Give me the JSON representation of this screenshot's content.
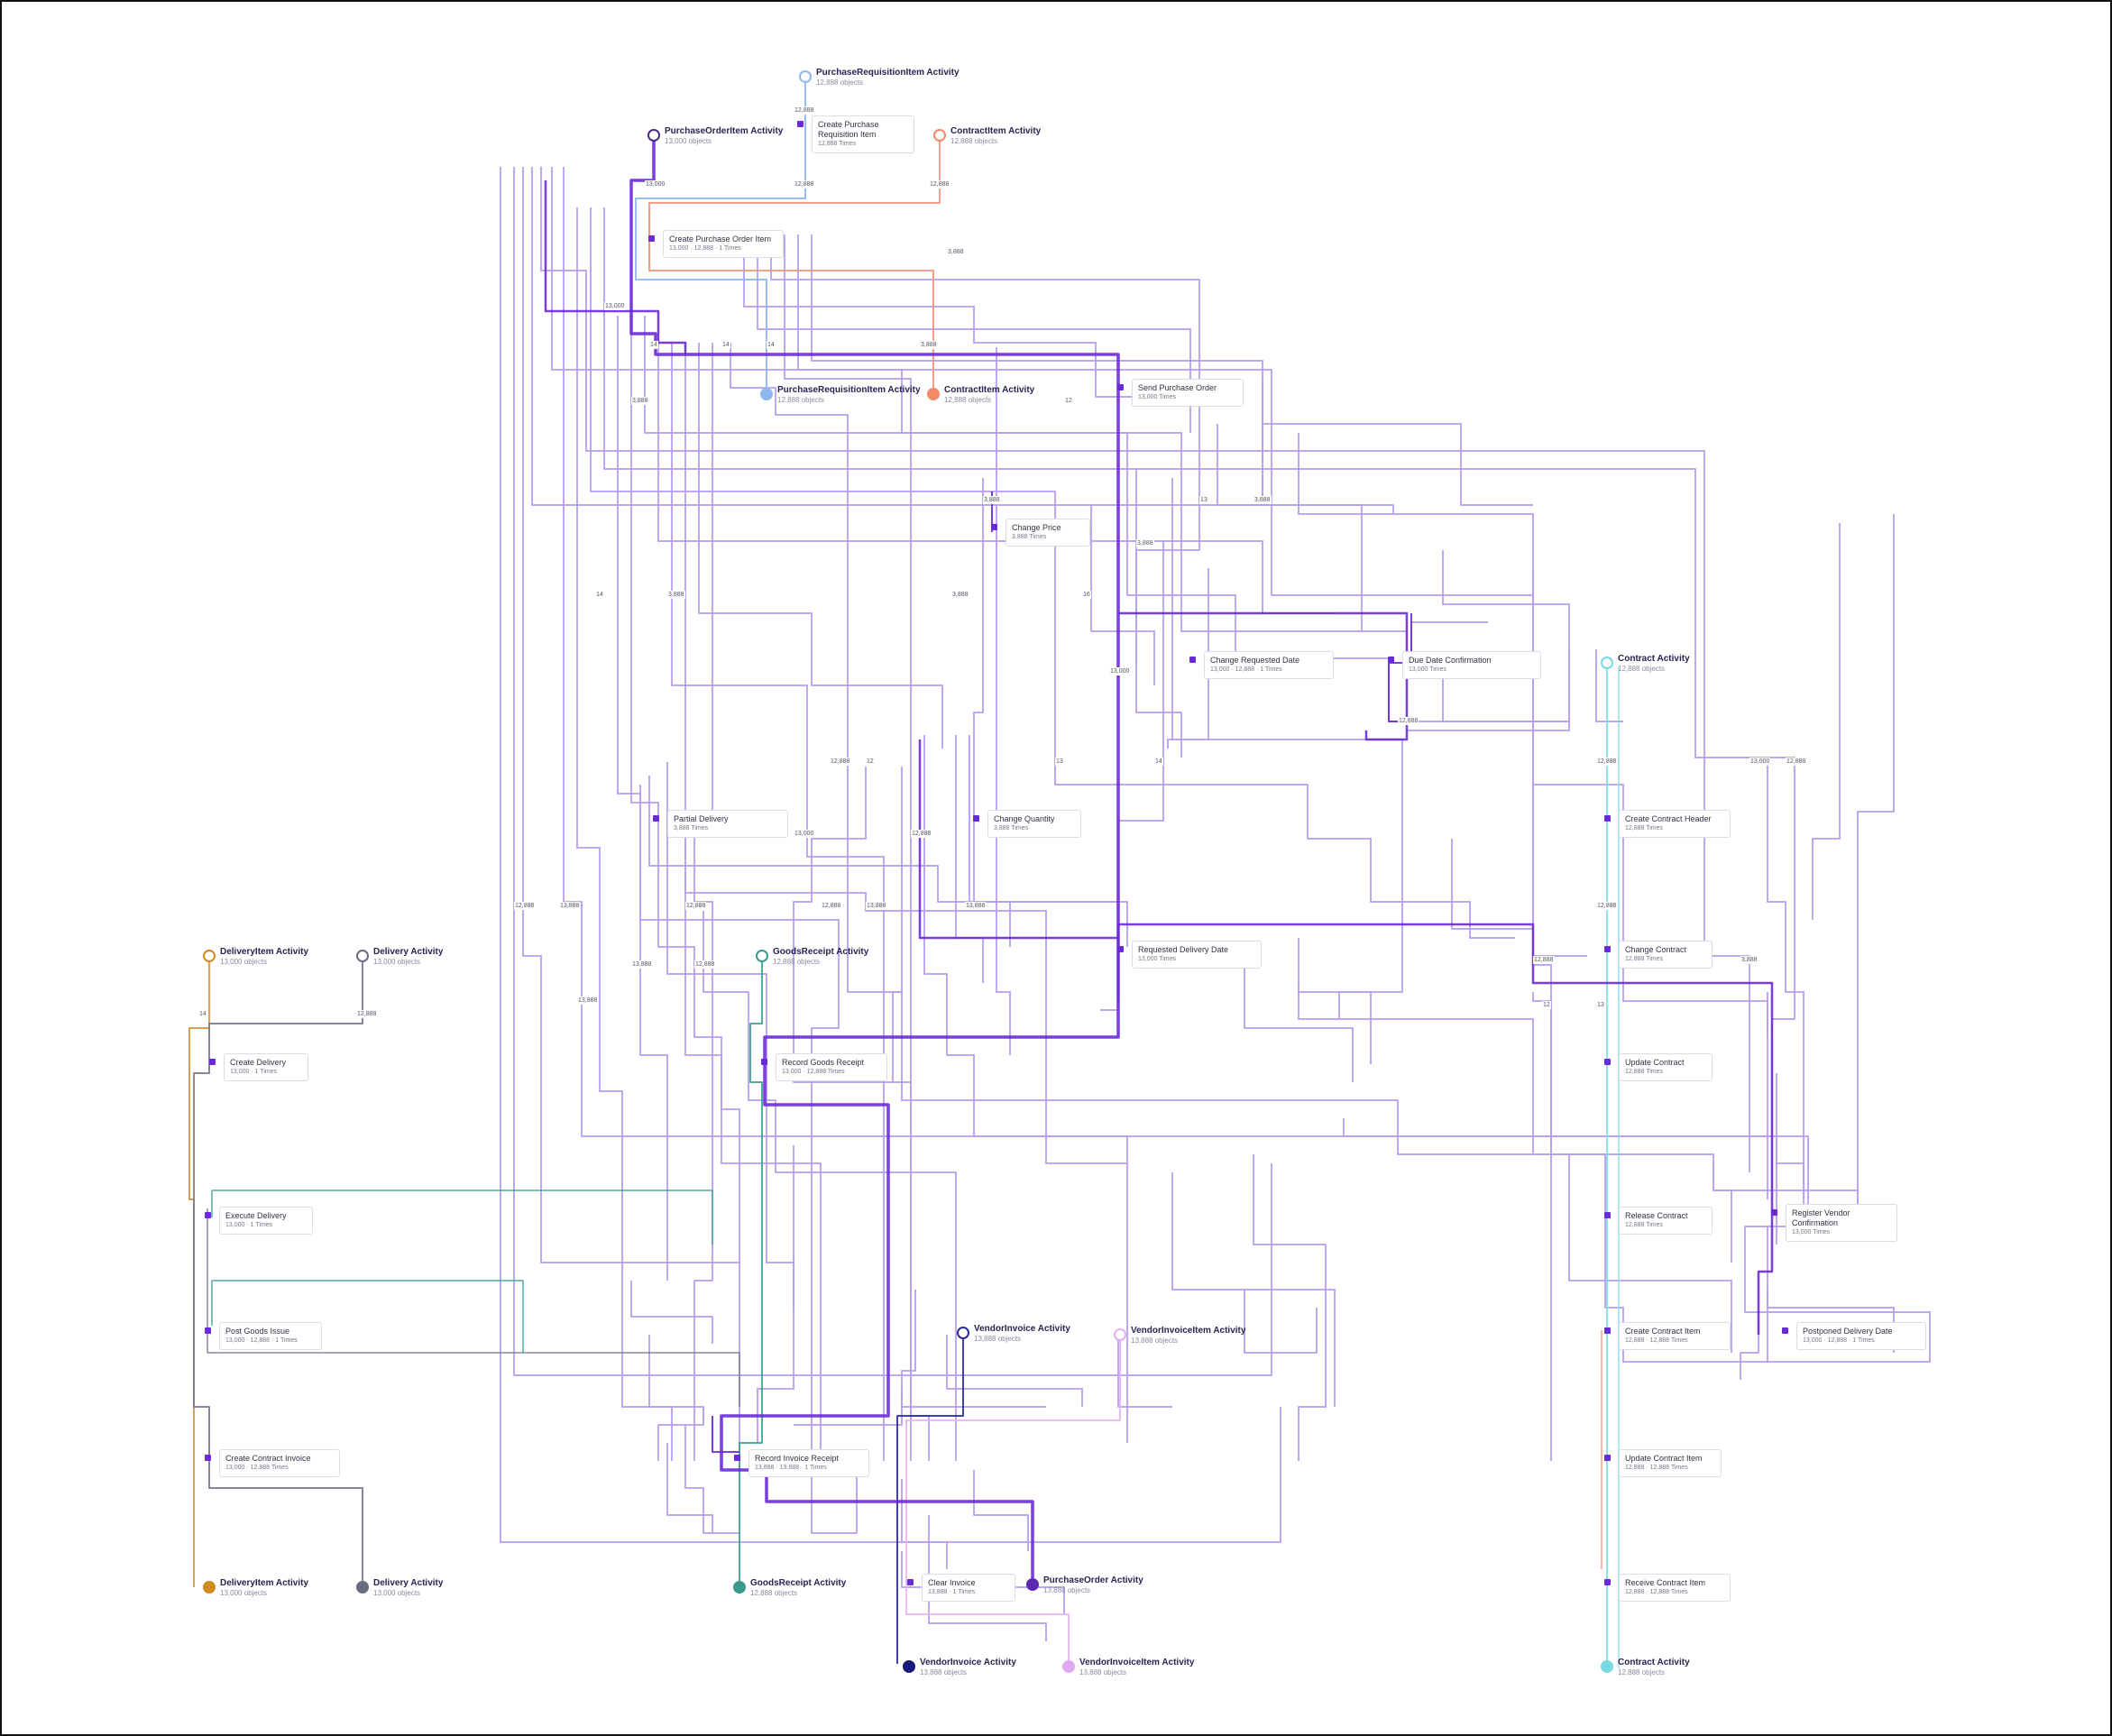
{
  "object_types": [
    {
      "id": "req_top",
      "name": "PurchaseRequisitionItem Activity",
      "sub": "12,888 objects",
      "color": "#8fb8f0"
    },
    {
      "id": "po_item",
      "name": "PurchaseOrderItem Activity",
      "sub": "13,000 objects",
      "color": "#4b2a8a"
    },
    {
      "id": "contract_item_top",
      "name": "ContractItem Activity",
      "sub": "12,888 objects",
      "color": "#f08a6a"
    },
    {
      "id": "delivery_item_top",
      "name": "DeliveryItem Activity",
      "sub": "13,000 objects",
      "color": "#d08a20"
    },
    {
      "id": "delivery_top",
      "name": "Delivery Activity",
      "sub": "13,000 objects",
      "color": "#6a6a80"
    },
    {
      "id": "goods_receipt_top",
      "name": "GoodsReceipt Activity",
      "sub": "12,888 objects",
      "color": "#3a9a8a"
    },
    {
      "id": "contract_top",
      "name": "Contract Activity",
      "sub": "12,888 objects",
      "color": "#7ad8e0"
    },
    {
      "id": "vendor_invoice_top",
      "name": "VendorInvoice Activity",
      "sub": "13,888 objects",
      "color": "#2a2a9a"
    },
    {
      "id": "vendor_invoice_item_top",
      "name": "VendorInvoiceItem Activity",
      "sub": "13,888 objects",
      "color": "#e0b0f0"
    }
  ],
  "end_nodes": [
    {
      "id": "req_end",
      "name": "PurchaseRequisitionItem Activity",
      "sub": "12,888 objects",
      "color": "#8fb8f0"
    },
    {
      "id": "contract_item_end",
      "name": "ContractItem Activity",
      "sub": "12,888 objects",
      "color": "#f08a6a"
    },
    {
      "id": "delivery_item_end",
      "name": "DeliveryItem Activity",
      "sub": "13,000 objects",
      "color": "#d08a20"
    },
    {
      "id": "delivery_end",
      "name": "Delivery Activity",
      "sub": "13,000 objects",
      "color": "#6a6a80"
    },
    {
      "id": "goods_receipt_end",
      "name": "GoodsReceipt Activity",
      "sub": "12,888 objects",
      "color": "#3a9a8a"
    },
    {
      "id": "po_end",
      "name": "PurchaseOrder Activity",
      "sub": "13,888 objects",
      "color": "#5a2ab0"
    },
    {
      "id": "vendor_invoice_end",
      "name": "VendorInvoice Activity",
      "sub": "13,888 objects",
      "color": "#1a1a7a"
    },
    {
      "id": "vendor_invoice_item_end",
      "name": "VendorInvoiceItem Activity",
      "sub": "13,888 objects",
      "color": "#e0a8f0"
    },
    {
      "id": "contract_end",
      "name": "Contract Activity",
      "sub": "12,888 objects",
      "color": "#7ad8e0"
    }
  ],
  "activities": [
    {
      "id": "create_req_item",
      "name": "Create Purchase Requisition Item",
      "stats": "12,888 Times"
    },
    {
      "id": "create_po_item",
      "name": "Create Purchase Order Item",
      "stats": "13,000 · 12,888 · 1 Times"
    },
    {
      "id": "send_po",
      "name": "Send Purchase Order",
      "stats": "13,000 Times"
    },
    {
      "id": "change_price",
      "name": "Change Price",
      "stats": "3,888 Times"
    },
    {
      "id": "change_req_date",
      "name": "Change Requested Date",
      "stats": "13,000 · 12,888 · 1 Times"
    },
    {
      "id": "due_date_conf",
      "name": "Due Date Confirmation",
      "stats": "13,000 Times"
    },
    {
      "id": "partial_delivery",
      "name": "Partial Delivery",
      "stats": "3,888 Times"
    },
    {
      "id": "change_quantity",
      "name": "Change Quantity",
      "stats": "3,888 Times"
    },
    {
      "id": "create_contract_header",
      "name": "Create Contract Header",
      "stats": "12,888 Times"
    },
    {
      "id": "requested_delivery_date",
      "name": "Requested Delivery Date",
      "stats": "13,000 Times"
    },
    {
      "id": "change_contract",
      "name": "Change Contract",
      "stats": "12,888 Times"
    },
    {
      "id": "create_delivery",
      "name": "Create Delivery",
      "stats": "13,000 · 1 Times"
    },
    {
      "id": "record_goods_receipt",
      "name": "Record Goods Receipt",
      "stats": "13,000 · 12,888 Times"
    },
    {
      "id": "update_contract",
      "name": "Update Contract",
      "stats": "12,888 Times"
    },
    {
      "id": "execute_delivery",
      "name": "Execute Delivery",
      "stats": "13,000 · 1 Times"
    },
    {
      "id": "release_contract",
      "name": "Release Contract",
      "stats": "12,888 Times"
    },
    {
      "id": "register_vendor_confirmation",
      "name": "Register Vendor Confirmation",
      "stats": "13,000 Times"
    },
    {
      "id": "post_goods_issue",
      "name": "Post Goods Issue",
      "stats": "13,000 · 12,888 · 1 Times"
    },
    {
      "id": "create_contract_item",
      "name": "Create Contract Item",
      "stats": "12,888 · 12,888 Times"
    },
    {
      "id": "postponed_delivery_date",
      "name": "Postponed Delivery Date",
      "stats": "13,000 · 12,888 · 1 Times"
    },
    {
      "id": "create_contract_invoice",
      "name": "Create Contract Invoice",
      "stats": "13,000 · 12,888 Times"
    },
    {
      "id": "record_invoice_receipt",
      "name": "Record Invoice Receipt",
      "stats": "13,888 · 13,888 · 1 Times"
    },
    {
      "id": "update_contract_item",
      "name": "Update Contract Item",
      "stats": "12,888 · 12,888 Times"
    },
    {
      "id": "clear_invoice",
      "name": "Clear Invoice",
      "stats": "13,888 · 1 Times"
    },
    {
      "id": "receive_contract_item",
      "name": "Receive Contract Item",
      "stats": "12,888 · 12,888 Times"
    }
  ],
  "edge_labels": [
    "12,888",
    "13,000",
    "12,888",
    "12,888",
    "3,888",
    "13,000",
    "14",
    "14",
    "14",
    "3,888",
    "3,888",
    "12",
    "13",
    "3,888",
    "3,888",
    "14",
    "3,888",
    "3,888",
    "16",
    "3,888",
    "13,000",
    "12,888",
    "12,888",
    "12",
    "13",
    "14",
    "13,000",
    "12,888",
    "12,888",
    "13,000",
    "12,888",
    "12,888",
    "12,888",
    "13,888",
    "13,888",
    "12,888",
    "12,888",
    "13,888",
    "12,888",
    "13,888",
    "13,888",
    "12,888",
    "3,888",
    "12",
    "13",
    "14",
    "12,888"
  ],
  "colors": {
    "primary_flow": "#6a2ad8",
    "secondary_flow": "#b79ef0",
    "contract_flow": "#86dde6",
    "contract_item_flow": "#f0957a",
    "requisition_flow": "#8fb5f2",
    "delivery_item_flow": "#d79640",
    "delivery_flow": "#7a7a90",
    "goods_receipt_flow": "#3fa394",
    "invoice_flow": "#2b2ba0",
    "invoice_item_flow": "#e6b6f4"
  }
}
